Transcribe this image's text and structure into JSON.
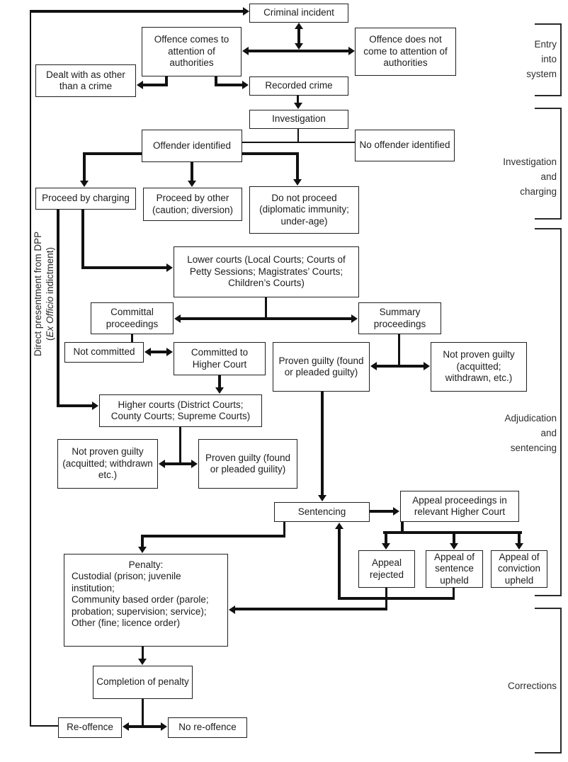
{
  "nodes": {
    "criminal_incident": {
      "label": "Criminal incident"
    },
    "offence_attention": {
      "label": "Offence comes to attention of authorities"
    },
    "offence_no_attention": {
      "label": "Offence does not come to attention of authorities"
    },
    "dealt_other": {
      "label": "Dealt with as other than a crime"
    },
    "recorded_crime": {
      "label": "Recorded crime"
    },
    "investigation": {
      "label": "Investigation"
    },
    "offender_identified": {
      "label": "Offender identified"
    },
    "no_offender": {
      "label": "No offender identified"
    },
    "proceed_charging": {
      "label": "Proceed by charging"
    },
    "proceed_other": {
      "label": "Proceed by other (caution; diversion)"
    },
    "do_not_proceed": {
      "label": "Do not proceed (diplomatic immunity; under-age)"
    },
    "lower_courts": {
      "label": "Lower courts (Local Courts; Courts of Petty Sessions; Magistrates’ Courts; Children’s Courts)"
    },
    "committal": {
      "label": "Committal proceedings"
    },
    "summary": {
      "label": "Summary proceedings"
    },
    "not_committed": {
      "label": "Not committed"
    },
    "committed_higher": {
      "label": "Committed to Higher Court"
    },
    "proven_guilty_summary": {
      "label": "Proven guilty (found or pleaded guilty)"
    },
    "not_proven_summary": {
      "label": "Not proven guilty (acquitted; withdrawn, etc.)"
    },
    "higher_courts": {
      "label": "Higher courts (District Courts; County Courts; Supreme Courts)"
    },
    "not_proven_higher": {
      "label": "Not proven guilty (acquitted; withdrawn etc.)"
    },
    "proven_guilty_higher": {
      "label": "Proven guilty (found or pleaded guility)"
    },
    "sentencing": {
      "label": "Sentencing"
    },
    "appeal_proceedings": {
      "label": "Appeal proceedings in relevant Higher Court"
    },
    "appeal_rejected": {
      "label": "Appeal rejected"
    },
    "appeal_sentence": {
      "label": "Appeal of sentence upheld"
    },
    "appeal_conviction": {
      "label": "Appeal of conviction upheld"
    },
    "penalty": {
      "title": "Penalty:",
      "body": "Custodial (prison; juvenile\ninstitution;\nCommunity based order (parole;\nprobation; supervision; service);\nOther (fine; licence order)"
    },
    "completion": {
      "label": "Completion of penalty"
    },
    "re_offence": {
      "label": "Re-offence"
    },
    "no_re_offence": {
      "label": "No re-offence"
    }
  },
  "side_note": {
    "line1": "Direct presentment from DPP",
    "open": "(",
    "italic": "Ex Officio",
    "rest": " indictment)"
  },
  "sections": {
    "entry": "Entry\ninto\nsystem",
    "investigation_charging": "Investigation\nand\ncharging",
    "adjudication_sentencing": "Adjudication\nand\nsentencing",
    "corrections": "Corrections"
  }
}
